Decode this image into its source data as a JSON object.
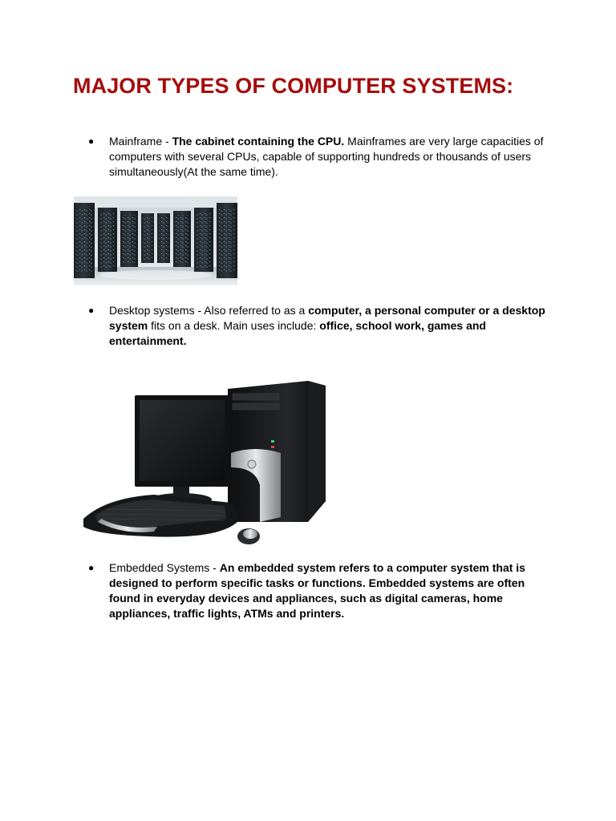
{
  "document": {
    "title": "MAJOR TYPES OF COMPUTER SYSTEMS:",
    "bullet_glyph": "●",
    "items": [
      {
        "label": "Mainframe - ",
        "bold_1": "The cabinet containing the CPU.",
        "text_1": " Mainframes are very large capacities of computers with several CPUs, capable of supporting hundreds or thousands of users simultaneously(At the same time)."
      },
      {
        "label": "Desktop systems - Also referred to as a ",
        "bold_1": "computer, a personal computer or a desktop system",
        "text_1": " fits on a desk. Main uses include: ",
        "bold_2": "office, school work, games and entertainment."
      },
      {
        "label": "Embedded Systems - ",
        "bold_1": "An embedded system refers to a computer system that is designed to perform specific tasks or functions. Embedded systems are often found in everyday devices and appliances, such as digital cameras, home appliances, traffic lights, ATMs and printers."
      }
    ],
    "images": [
      {
        "icon": "server-room-photo"
      },
      {
        "icon": "desktop-computer-photo"
      }
    ]
  }
}
